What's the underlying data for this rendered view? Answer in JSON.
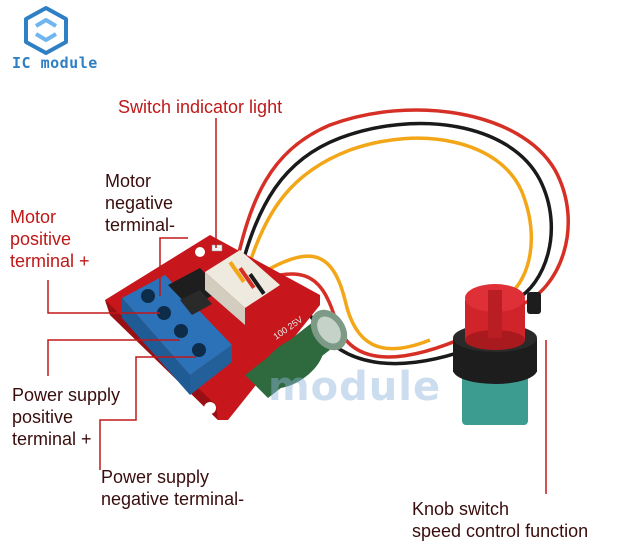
{
  "brand": {
    "name": "IC module",
    "logo_icon": "hexagon-link-icon",
    "color": "#2f7fc4"
  },
  "watermark": {
    "text": "module"
  },
  "labels": {
    "switch_indicator": "Switch indicator light",
    "motor_negative": "Motor\nnegative\nterminal-",
    "motor_positive": "Motor\npositive\nterminal +",
    "power_positive": "Power supply\npositive\nterminal +",
    "power_negative": "Power supply\nnegative terminal-",
    "knob_switch": "Knob switch\nspeed control function"
  },
  "capacitor_text": "100 25V",
  "colors": {
    "label_red": "#c01818",
    "label_dark": "#3a0d0d",
    "pcb": "#c8161d",
    "terminal_block": "#2b72b8",
    "capacitor": "#2f6a3e",
    "knob": "#d0242a",
    "wire_red": "#d63026",
    "wire_yellow": "#f2a618",
    "wire_black": "#1a1a1a"
  }
}
